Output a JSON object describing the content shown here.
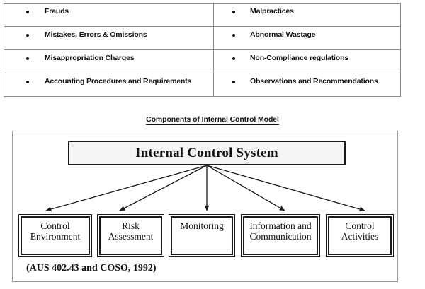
{
  "issues_table": {
    "rows": [
      {
        "left": "Frauds",
        "right": "Malpractices"
      },
      {
        "left": "Mistakes, Errors & Omissions",
        "right": "Abnormal Wastage"
      },
      {
        "left": "Misappropriation Charges",
        "right": "Non-Compliance regulations"
      },
      {
        "left": "Accounting Procedures and Requirements",
        "right": "Observations and Recommendations"
      }
    ]
  },
  "diagram": {
    "title": "Components of Internal Control Model",
    "root": {
      "label": "Internal Control System"
    },
    "components": [
      {
        "label": "Control Environment"
      },
      {
        "label": "Risk Assessment"
      },
      {
        "label": "Monitoring"
      },
      {
        "label": "Information and Communication"
      },
      {
        "label": "Control Activities"
      }
    ],
    "source_note": "(AUS 402.43 and COSO, 1992)"
  },
  "colors": {
    "table_border": "#8a8a8a",
    "box_border": "#1a1a1a",
    "root_fill": "#f4f4f4",
    "frame_border": "#9a9a9a",
    "text": "#111111"
  }
}
